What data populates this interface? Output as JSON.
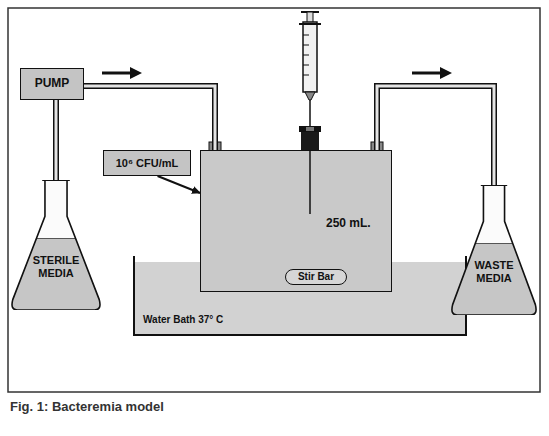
{
  "diagram": {
    "caption": "Fig. 1: Bacteremia model",
    "nodes": [
      {
        "text": [
          "PUMP"
        ]
      },
      {
        "text": [
          "STERILE MEDIA"
        ]
      },
      {
        "text": [
          "10⁶ CFU/mL"
        ]
      },
      {
        "text": [
          "Water Bath 37° C"
        ]
      },
      {
        "text": [
          "250 mL."
        ]
      },
      {
        "text": [
          "Stir Bar"
        ],
        "in": 4
      },
      {
        "text": [
          "WASTE MEDIA"
        ]
      }
    ],
    "edges": [
      {
        "from": 1,
        "to": 0,
        "arrow": "none"
      },
      {
        "from": 0,
        "to": 4,
        "arrow": "none"
      },
      {
        "from": 2,
        "to": 4,
        "arrow": "to"
      },
      {
        "from": 4,
        "to": 6,
        "arrow": "none"
      }
    ]
  }
}
